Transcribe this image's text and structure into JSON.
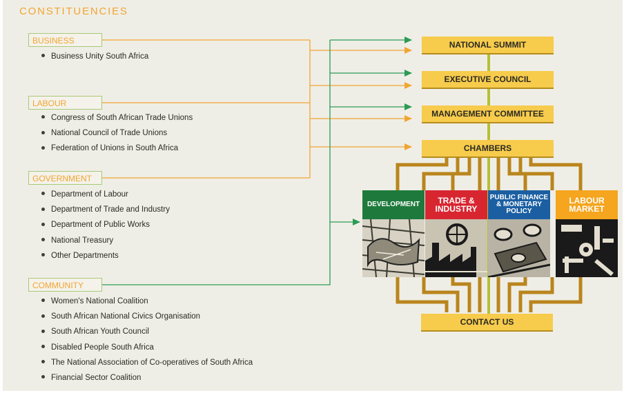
{
  "heading": "CONSTITUENCIES",
  "groups": {
    "business": {
      "label": "BUSINESS",
      "items": [
        "Business Unity South  Africa"
      ]
    },
    "labour": {
      "label": "LABOUR",
      "items": [
        "Congress of South African Trade Unions",
        "National Council of Trade Unions",
        "Federation of Unions in South Africa"
      ]
    },
    "government": {
      "label": "GOVERNMENT",
      "items": [
        "Department of Labour",
        "Department of Trade and Industry",
        "Department of Public Works",
        "National Treasury",
        "Other Departments"
      ]
    },
    "community": {
      "label": "COMMUNITY",
      "items": [
        "Women's National Coalition",
        "South African National Civics Organisation",
        "South African Youth Council",
        "Disabled People South Africa",
        "The National Association of Co-operatives of South Africa",
        "Financial Sector Coalition"
      ]
    }
  },
  "structure": {
    "national_summit": "NATIONAL SUMMIT",
    "executive_council": "EXECUTIVE COUNCIL",
    "management_committee": "MANAGEMENT COMMITTEE",
    "chambers": "CHAMBERS",
    "contact_us": "CONTACT US"
  },
  "chambers": [
    {
      "key": "development",
      "title": "DEVELOPMENT",
      "color": "#1e7a3c",
      "icon": "map-artwork"
    },
    {
      "key": "trade_industry",
      "title": "TRADE & INDUSTRY",
      "color": "#d82631",
      "icon": "factory-artwork"
    },
    {
      "key": "public_finance",
      "title": "PUBLIC FINANCE & MONETARY POLICY",
      "color": "#1b5fa2",
      "icon": "coins-artwork"
    },
    {
      "key": "labour_market",
      "title": "LABOUR MARKET",
      "color": "#f5a51e",
      "icon": "tools-artwork"
    }
  ],
  "colors": {
    "heading": "#f1a532",
    "label_border": "#a9c978",
    "orange_line": "#f1a532",
    "green_line": "#2c9a55",
    "node_fill": "#f7cb4c",
    "connector": "#b9851d",
    "spine": "#b5c036"
  }
}
